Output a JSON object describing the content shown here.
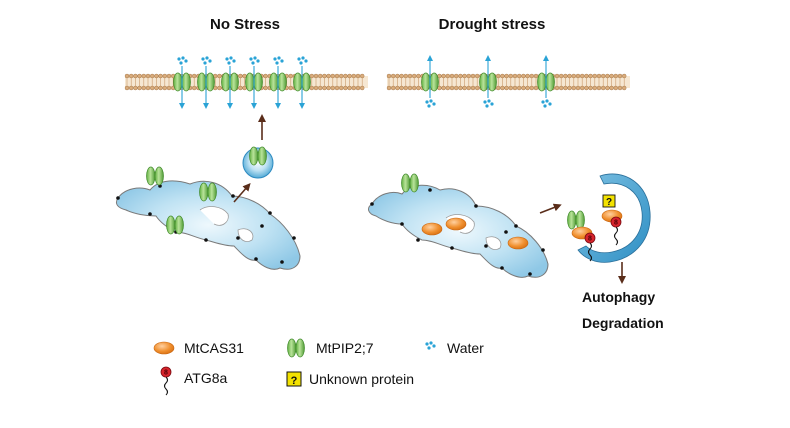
{
  "panels": {
    "left_title": "No Stress",
    "right_title": "Drought stress"
  },
  "outcomes": {
    "line1": "Autophagy",
    "line2": "Degradation"
  },
  "legend": {
    "mtcas31": "MtCAS31",
    "mtpip27": "MtPIP2;7",
    "water": "Water",
    "atg8a": "ATG8a",
    "unknown": "Unknown protein",
    "unknown_symbol": "?"
  },
  "colors": {
    "er_fill": "#a9d6ec",
    "membrane": "#c99a6a",
    "pip_green": "#7cc35a",
    "cas_orange": "#ee8a2a",
    "water_blue": "#2aa3d6",
    "arrow_brown": "#5a2d1a",
    "atg_red": "#d8242c",
    "unknown_yellow": "#f3e200"
  }
}
